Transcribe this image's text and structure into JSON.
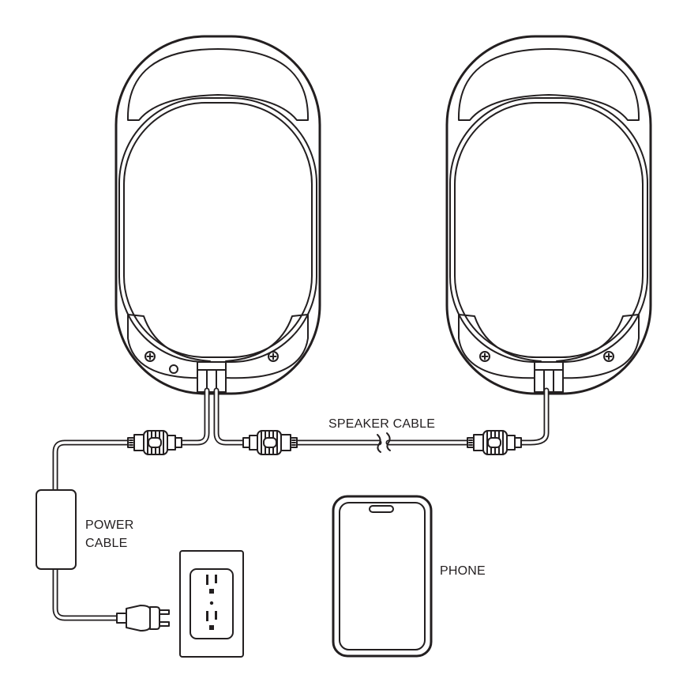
{
  "labels": {
    "speaker_cable": "SPEAKER CABLE",
    "power_cable_line1": "POWER",
    "power_cable_line2": "CABLE",
    "phone": "PHONE"
  },
  "colors": {
    "line": "#231f20",
    "background": "#ffffff"
  },
  "icons": {
    "speakers": [
      "speaker-left-icon",
      "speaker-right-icon"
    ],
    "connectors": [
      "connector-icon"
    ],
    "outlet": "wall-outlet-icon",
    "plug": "power-plug-icon",
    "adapter": "power-adapter-icon",
    "phone": "smartphone-icon"
  }
}
